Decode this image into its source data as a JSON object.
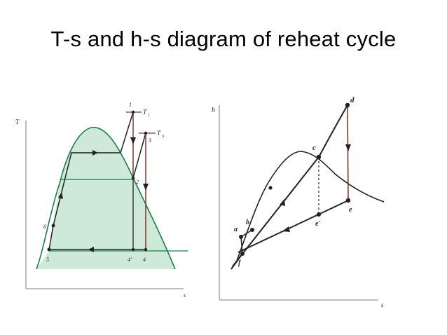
{
  "slide": {
    "title": "T-s and h-s diagram of reheat cycle"
  },
  "ts_diagram": {
    "axis_y_label": "T",
    "axis_x_label": "s",
    "point_labels": {
      "p1": "1",
      "p2": "2",
      "p3": "3",
      "p4": "4",
      "p4prime": "4'",
      "p5": "5",
      "p6": "6"
    },
    "temp_label_1": "T",
    "temp_label_1_sub": "1",
    "temp_label_3": "T",
    "temp_label_3_sub": "3"
  },
  "hs_diagram": {
    "axis_y_label": "h",
    "axis_x_label": "s",
    "point_labels": {
      "a": "a",
      "b": "b",
      "c": "c",
      "d": "d",
      "e": "e",
      "eprime": "e'",
      "f": "f"
    }
  },
  "colors": {
    "dome_fill": "#cfe9d8",
    "dome_line": "#1e7a4e",
    "ink": "#222222",
    "brown_line": "#7a3a2a"
  }
}
